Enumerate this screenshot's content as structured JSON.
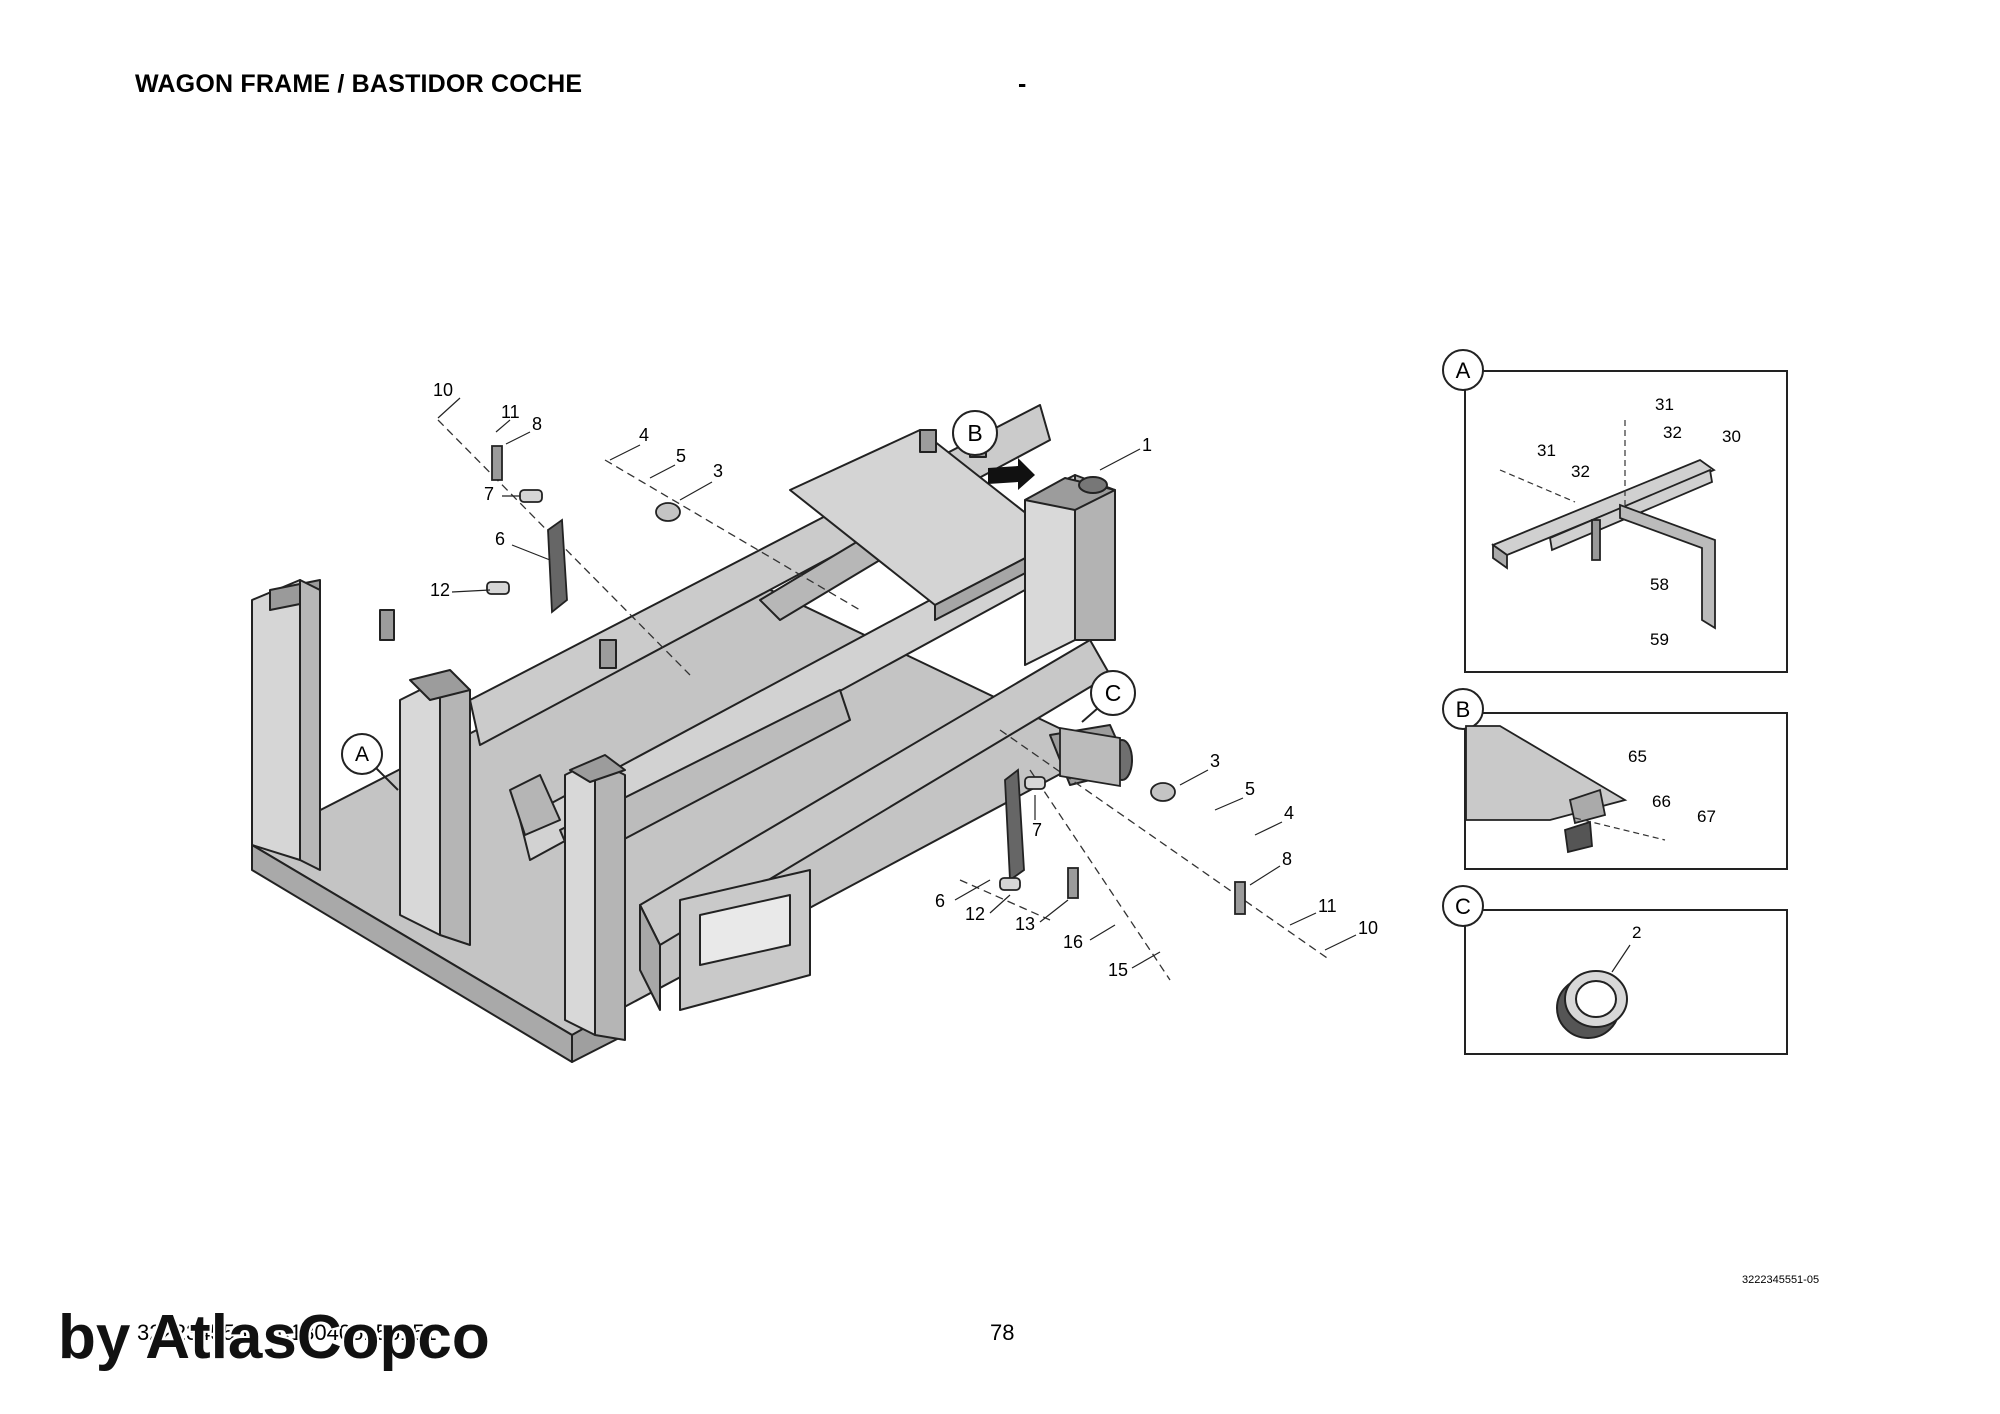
{
  "header": {
    "title": "WAGON FRAME / BASTIDOR COCHE",
    "separator": "-"
  },
  "callouts": {
    "main": [
      "10",
      "11",
      "8",
      "7",
      "6",
      "12",
      "4",
      "5",
      "3",
      "1",
      "3",
      "5",
      "4",
      "7",
      "8",
      "11",
      "10",
      "6",
      "12",
      "13",
      "16",
      "15"
    ],
    "detail_a": [
      "31",
      "32",
      "31",
      "32",
      "30",
      "58",
      "59"
    ],
    "detail_b": [
      "65",
      "66",
      "67"
    ],
    "detail_c": [
      "2"
    ]
  },
  "detail_labels": {
    "a": "A",
    "b": "B",
    "c": "C"
  },
  "footer": {
    "doc_ref": "3222345551 20180405155151",
    "page": "78",
    "drawing_number": "3222345551-05"
  },
  "watermark": "by AtlasCopco"
}
